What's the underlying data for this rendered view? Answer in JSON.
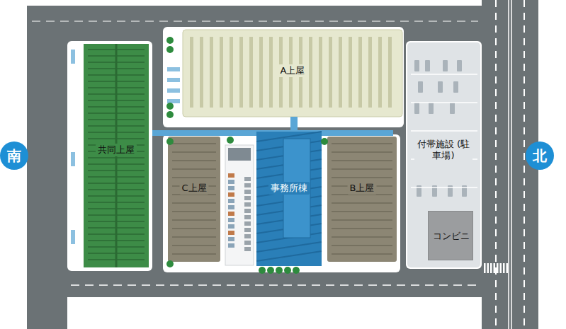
{
  "diagram": {
    "nodes": [
      {
        "text": [
          "南"
        ]
      },
      {
        "text": [
          "共同上屋"
        ]
      },
      {
        "text": [
          "A上屋"
        ]
      },
      {
        "text": [
          "C上屋"
        ]
      },
      {
        "text": [
          "事務所棟"
        ]
      },
      {
        "text": [
          "B上屋"
        ]
      },
      {
        "text": [
          "付帯施設 (駐車場)"
        ]
      },
      {
        "text": [
          "コンビニ"
        ],
        "in": 6
      },
      {
        "text": [
          "北"
        ]
      }
    ]
  }
}
